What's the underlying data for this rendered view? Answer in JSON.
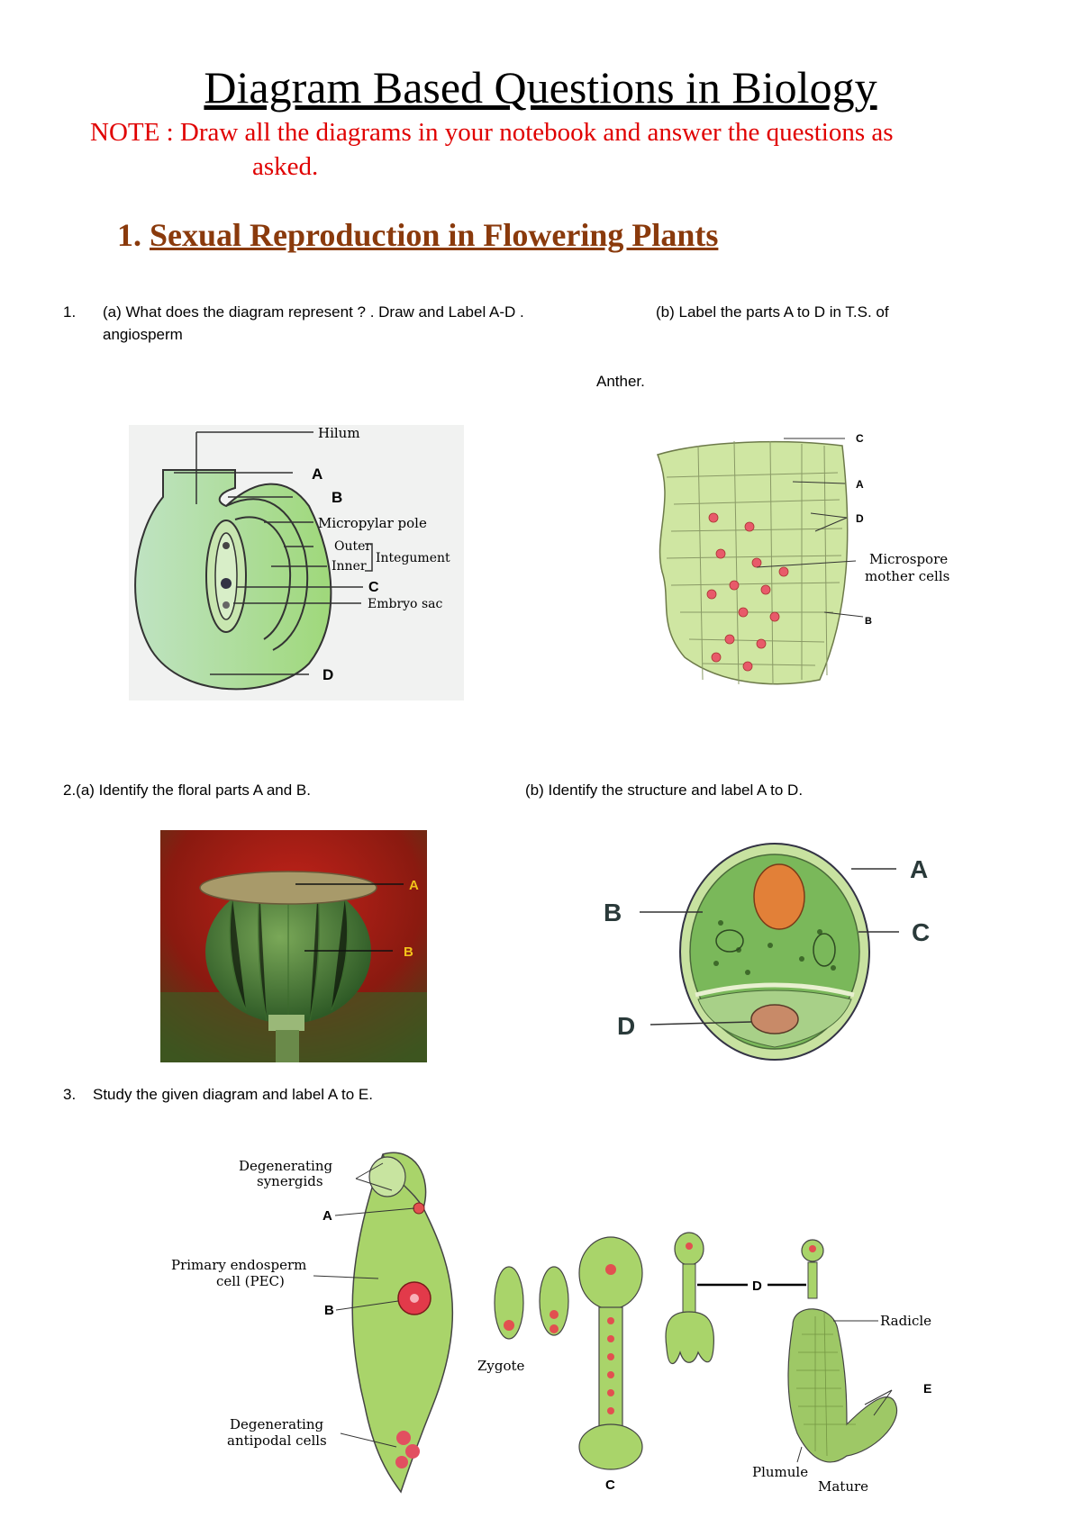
{
  "title": "Diagram Based Questions in Biology",
  "note": {
    "line1": "NOTE : Draw all the diagrams in your notebook and answer the questions as",
    "line2": "asked."
  },
  "section": {
    "number": "1.",
    "title": "Sexual Reproduction in Flowering Plants"
  },
  "questions": {
    "q1": {
      "num": "1.",
      "text_a": "(a) What does the diagram represent ? . Draw and  Label  A-D .",
      "text_b": "(b) Label the parts A to D in T.S. of",
      "line2": "angiosperm",
      "anther": "Anther."
    },
    "q2": {
      "text_a": "2.(a) Identify the floral  parts A and B.",
      "text_b": "(b) Identify the structure and label A to D."
    },
    "q3": {
      "num": "3.",
      "text": "Study the given diagram and label A to E."
    }
  },
  "ovule_diagram": {
    "labels": {
      "hilum": "Hilum",
      "a": "A",
      "b": "B",
      "micropylar": "Micropylar pole",
      "outer": "Outer",
      "inner": "Inner",
      "integument": "Integument",
      "c": "C",
      "embryo_sac": "Embryo sac",
      "d": "D"
    }
  },
  "anther_diagram": {
    "labels": {
      "c": "C",
      "a": "A",
      "d": "D",
      "micro1": "Microspore",
      "micro2": "mother cells",
      "b": "B"
    }
  },
  "fruit_photo": {
    "labels": {
      "a": "A",
      "b": "B"
    }
  },
  "pollen_diagram": {
    "labels": {
      "a": "A",
      "b": "B",
      "c": "C",
      "d": "D"
    }
  },
  "embryo_diagram": {
    "labels": {
      "deg_syn1": "Degenerating",
      "deg_syn2": "synergids",
      "a": "A",
      "pec1": "Primary endosperm",
      "pec2": "cell (PEC)",
      "b": "B",
      "deg_ant1": "Degenerating",
      "deg_ant2": "antipodal cells",
      "zygote": "Zygote",
      "c": "C",
      "d": "D",
      "radicle": "Radicle",
      "e": "E",
      "plumule": "Plumule",
      "mature": "Mature"
    }
  },
  "colors": {
    "note": "#e00000",
    "section": "#8a3a0c",
    "tissue": "#c8e29a",
    "nucleus": "#e23a4a"
  }
}
